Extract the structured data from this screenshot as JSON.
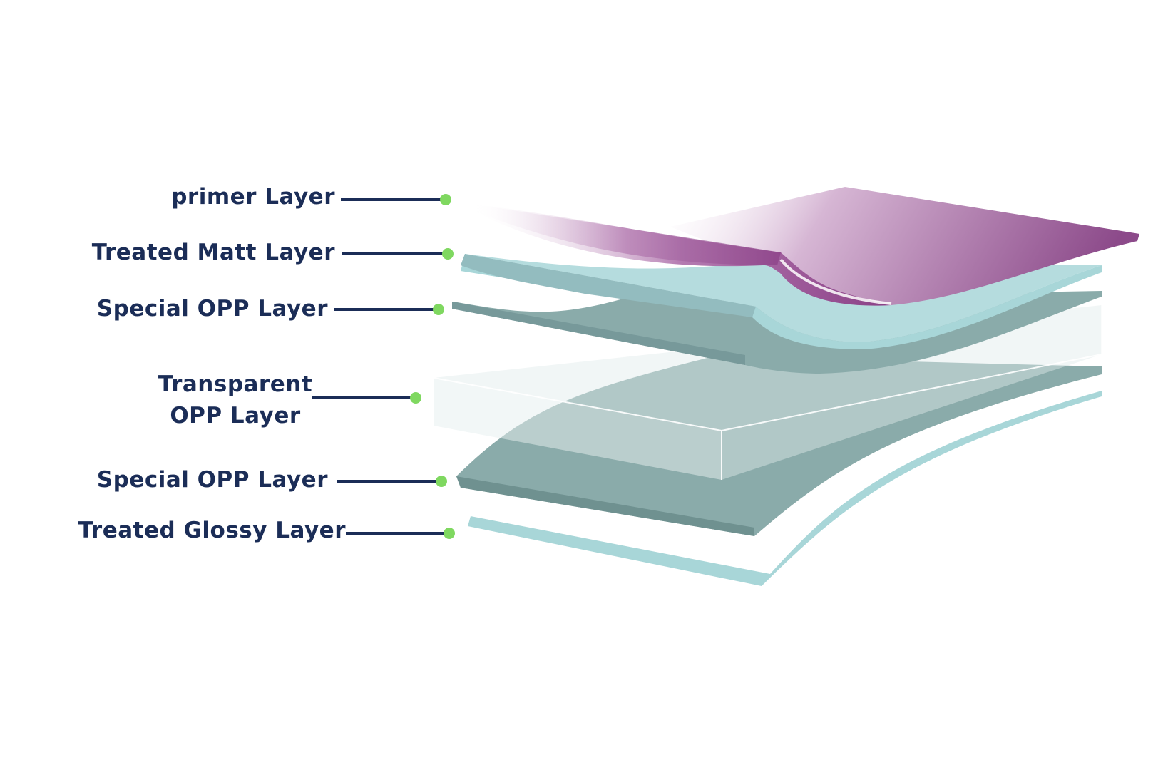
{
  "layers": [
    {
      "id": "primer",
      "lines": [
        "primer Layer"
      ],
      "color": "#9a5a98"
    },
    {
      "id": "treated-matt",
      "lines": [
        "Treated Matt Layer"
      ],
      "color": "#a8d6d8"
    },
    {
      "id": "special-opp-top",
      "lines": [
        "Special OPP Layer"
      ],
      "color": "#8aabaa"
    },
    {
      "id": "transparent-opp",
      "lines": [
        "Transparent",
        "OPP Layer"
      ],
      "color": "#dfeaea"
    },
    {
      "id": "special-opp-bottom",
      "lines": [
        "Special OPP Layer"
      ],
      "color": "#8aabaa"
    },
    {
      "id": "treated-glossy",
      "lines": [
        "Treated Glossy Layer"
      ],
      "color": "#a8d6d8"
    }
  ],
  "colors": {
    "label_text": "#1b2d57",
    "leader_line": "#1b2d57",
    "leader_dot": "#7fd860",
    "primer": "#8f4a8c",
    "light_teal": "#a8d6d8",
    "dark_teal": "#8aabaa",
    "transparent": "#dfeaea"
  }
}
